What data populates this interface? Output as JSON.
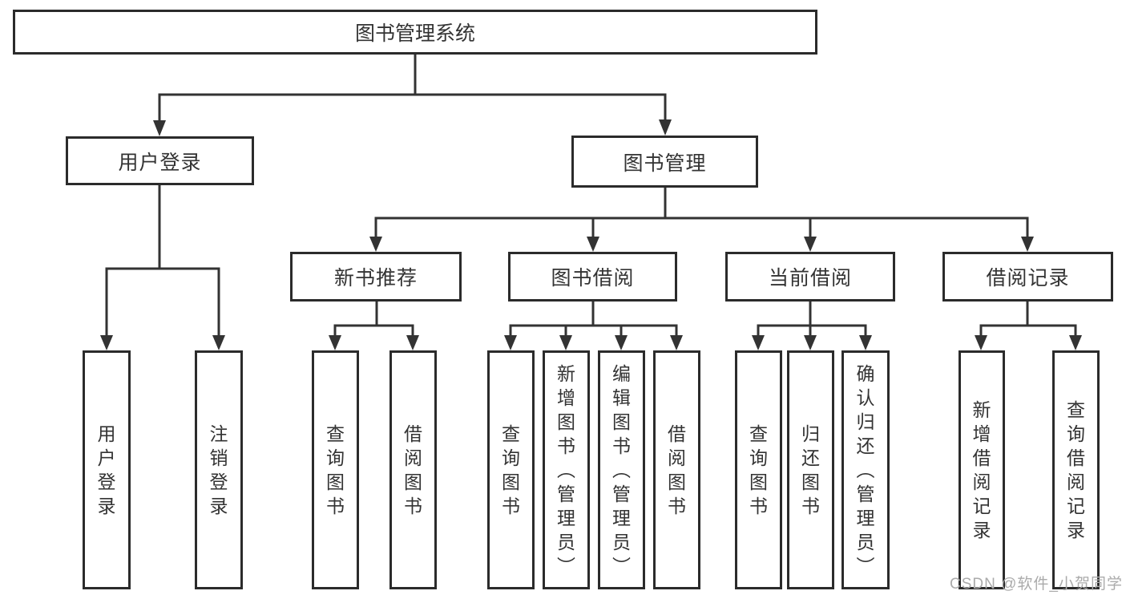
{
  "diagram": {
    "title_node": {
      "label": "图书管理系统"
    },
    "level2": [
      {
        "label": "用户登录"
      },
      {
        "label": "图书管理"
      }
    ],
    "level3": [
      {
        "label": "新书推荐"
      },
      {
        "label": "图书借阅"
      },
      {
        "label": "当前借阅"
      },
      {
        "label": "借阅记录"
      }
    ],
    "leaves": {
      "user_login": [
        "用户登录",
        "注销登录"
      ],
      "new_book_rec": [
        "查询图书",
        "借阅图书"
      ],
      "book_borrow": [
        "查询图书",
        "新增图书（管理员）",
        "编辑图书（管理员）",
        "借阅图书"
      ],
      "current_borrow": [
        "查询图书",
        "归还图书",
        "确认归还（管理员）"
      ],
      "borrow_records": [
        "新增借阅记录",
        "查询借阅记录"
      ]
    }
  },
  "watermark": "CSDN @软件_小贺同学",
  "colors": {
    "line": "#333333",
    "node_border": "#2b2b2b",
    "text": "#333333",
    "watermark": "#ababab",
    "background": "#ffffff"
  }
}
